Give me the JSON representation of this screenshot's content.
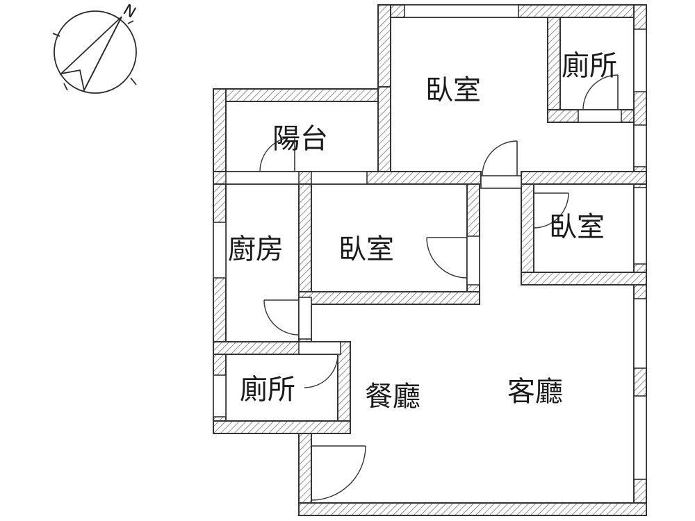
{
  "compass": {
    "north_label": "N",
    "icon": "north-arrow-icon"
  },
  "rooms": {
    "bedroom_top": "臥室",
    "toilet_top": "廁所",
    "balcony": "陽台",
    "kitchen": "廚房",
    "bedroom_middle": "臥室",
    "bedroom_right": "臥室",
    "toilet_bottom": "廁所",
    "dining_room": "餐廳",
    "living_room": "客廳"
  },
  "colors": {
    "line": "#333333",
    "background": "#ffffff"
  }
}
